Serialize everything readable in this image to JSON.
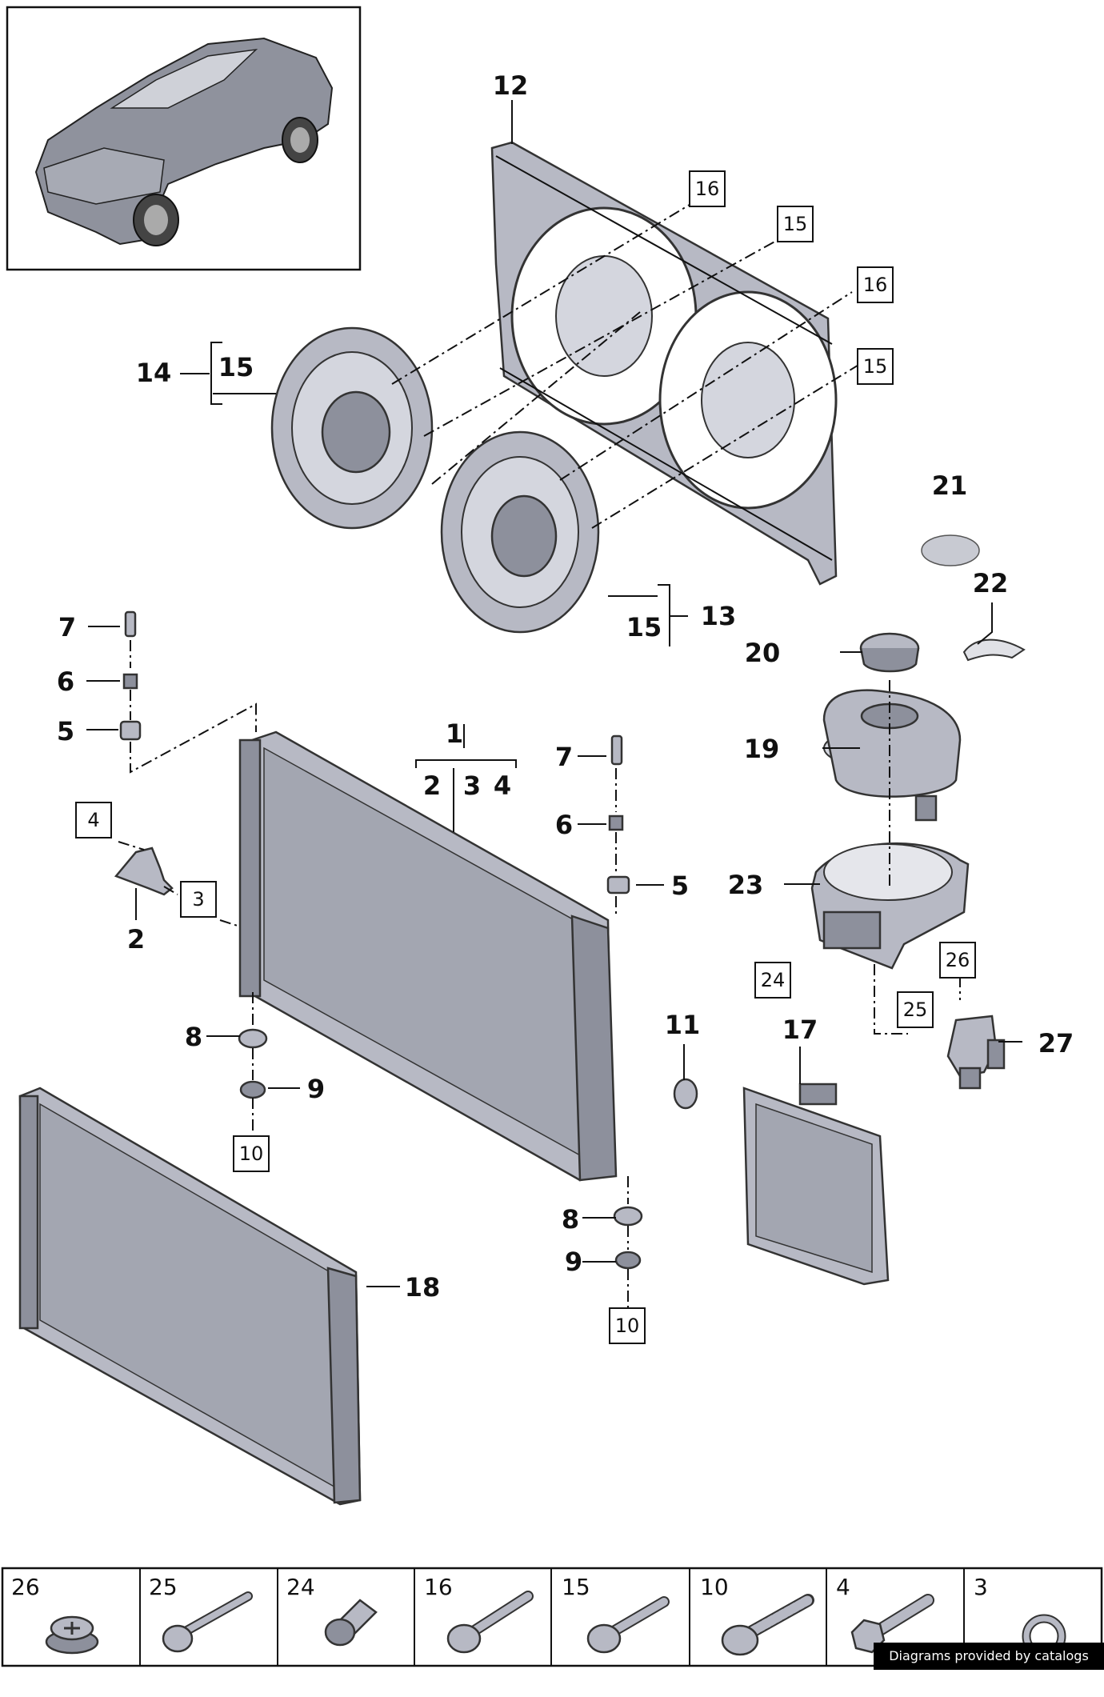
{
  "diagram": {
    "callouts": [
      {
        "id": "c1",
        "label": "1"
      },
      {
        "id": "c2a",
        "label": "2"
      },
      {
        "id": "c3a",
        "label": "3"
      },
      {
        "id": "c4a",
        "label": "4"
      },
      {
        "id": "c2",
        "label": "2"
      },
      {
        "id": "c5l",
        "label": "5"
      },
      {
        "id": "c6l",
        "label": "6"
      },
      {
        "id": "c7l",
        "label": "7"
      },
      {
        "id": "c5r",
        "label": "5"
      },
      {
        "id": "c6r",
        "label": "6"
      },
      {
        "id": "c7r",
        "label": "7"
      },
      {
        "id": "c8l",
        "label": "8"
      },
      {
        "id": "c9l",
        "label": "9"
      },
      {
        "id": "c8r",
        "label": "8"
      },
      {
        "id": "c9r",
        "label": "9"
      },
      {
        "id": "c11",
        "label": "11"
      },
      {
        "id": "c12",
        "label": "12"
      },
      {
        "id": "c13",
        "label": "13"
      },
      {
        "id": "c14",
        "label": "14"
      },
      {
        "id": "c15a",
        "label": "15"
      },
      {
        "id": "c15b",
        "label": "15"
      },
      {
        "id": "c17",
        "label": "17"
      },
      {
        "id": "c18",
        "label": "18"
      },
      {
        "id": "c19",
        "label": "19"
      },
      {
        "id": "c20",
        "label": "20"
      },
      {
        "id": "c21",
        "label": "21"
      },
      {
        "id": "c22",
        "label": "22"
      },
      {
        "id": "c23",
        "label": "23"
      },
      {
        "id": "c27",
        "label": "27"
      }
    ],
    "boxed_callouts": [
      {
        "id": "b16a",
        "label": "16"
      },
      {
        "id": "b15a",
        "label": "15"
      },
      {
        "id": "b16b",
        "label": "16"
      },
      {
        "id": "b15b",
        "label": "15"
      },
      {
        "id": "b4",
        "label": "4"
      },
      {
        "id": "b3",
        "label": "3"
      },
      {
        "id": "b10l",
        "label": "10"
      },
      {
        "id": "b10r",
        "label": "10"
      },
      {
        "id": "b24",
        "label": "24"
      },
      {
        "id": "b25",
        "label": "25"
      },
      {
        "id": "b26",
        "label": "26"
      }
    ]
  },
  "fastener_strip": [
    {
      "label": "26",
      "icon": "plug-cap-icon"
    },
    {
      "label": "25",
      "icon": "flange-bolt-icon"
    },
    {
      "label": "24",
      "icon": "sleeve-nut-icon"
    },
    {
      "label": "16",
      "icon": "torx-bolt-icon"
    },
    {
      "label": "15",
      "icon": "torx-bolt-short-icon"
    },
    {
      "label": "10",
      "icon": "self-tapping-screw-icon"
    },
    {
      "label": "4",
      "icon": "hex-flange-bolt-icon"
    },
    {
      "label": "3",
      "icon": "o-ring-icon"
    }
  ],
  "watermark": {
    "text": "Diagrams provided by catalogs parts"
  },
  "colors": {
    "part": "#b7b9c4",
    "outline": "#333333",
    "watermark_bg": "#000000"
  }
}
